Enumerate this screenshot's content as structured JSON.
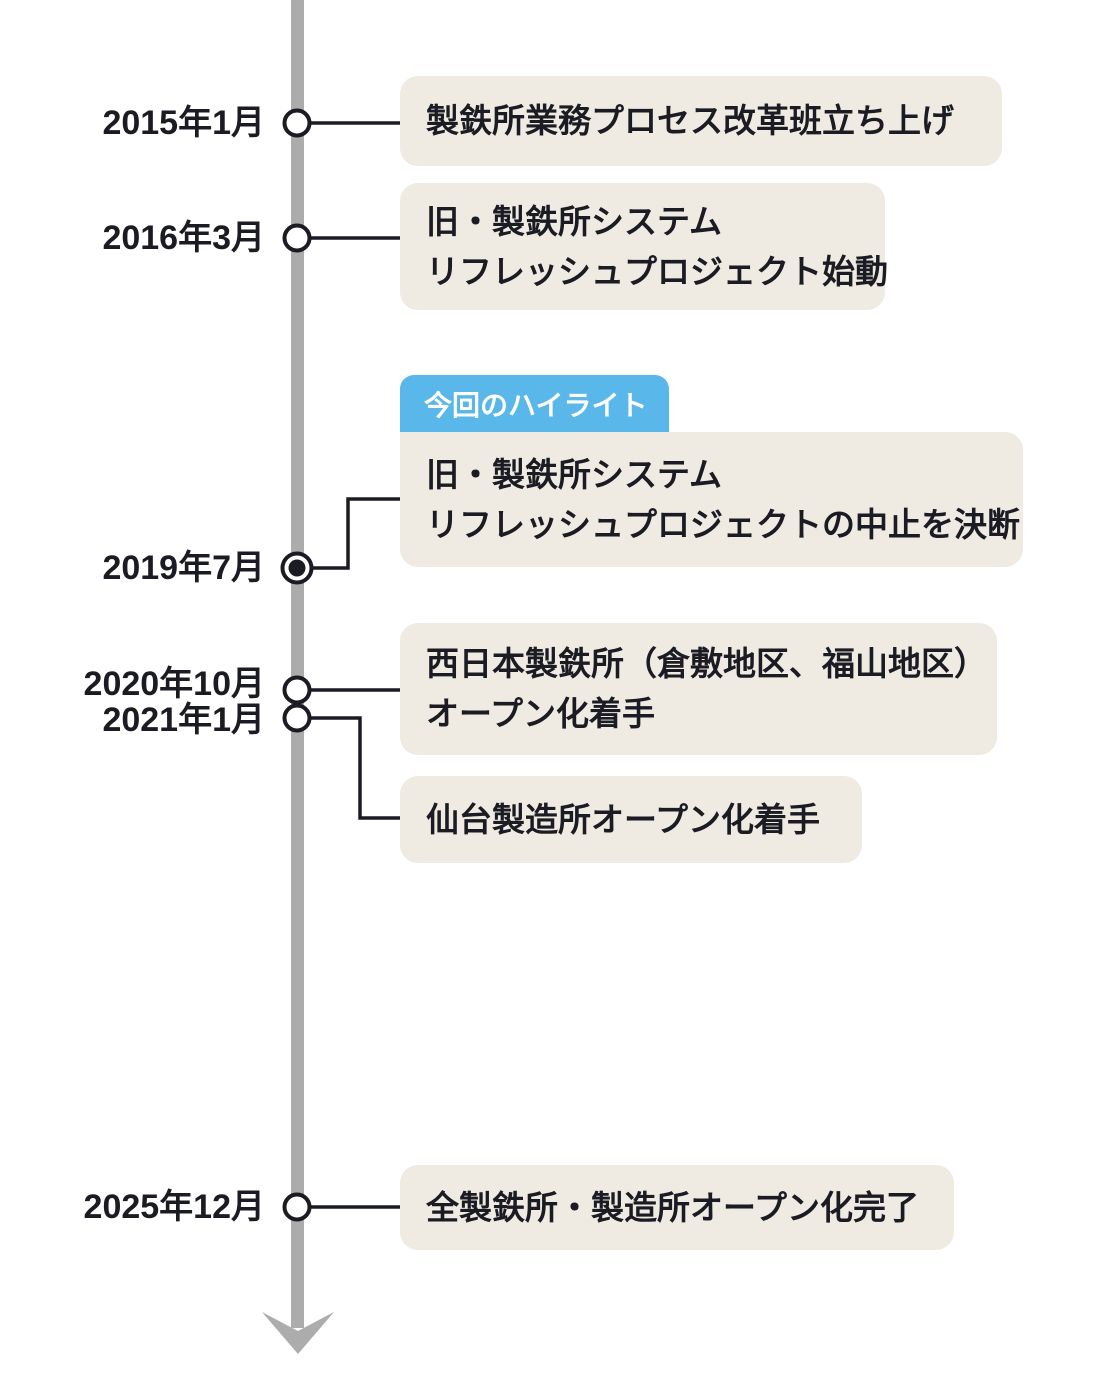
{
  "timeline": {
    "highlight_badge": "今回のハイライト",
    "entries": [
      {
        "date": "2015年1月",
        "lines": [
          "製鉄所業務プロセス改革班立ち上げ"
        ]
      },
      {
        "date": "2016年3月",
        "lines": [
          "旧・製鉄所システム",
          "リフレッシュプロジェクト始動"
        ]
      },
      {
        "date": "2019年7月",
        "highlighted": true,
        "lines": [
          "旧・製鉄所システム",
          "リフレッシュプロジェクトの中止を決断"
        ]
      },
      {
        "date": "2020年10月",
        "lines": [
          "西日本製鉄所（倉敷地区、福山地区）",
          "オープン化着手"
        ]
      },
      {
        "date": "2021年1月",
        "lines": [
          "仙台製造所オープン化着手"
        ]
      },
      {
        "date": "2025年12月",
        "lines": [
          "全製鉄所・製造所オープン化完了"
        ]
      }
    ],
    "colors": {
      "background": "#ffffff",
      "card_background": "#efeae2",
      "highlight_badge_background": "#59b7e9",
      "highlight_badge_text": "#ffffff",
      "text": "#1b1b23",
      "spine": "#acacac",
      "connector": "#1b1b23"
    }
  }
}
